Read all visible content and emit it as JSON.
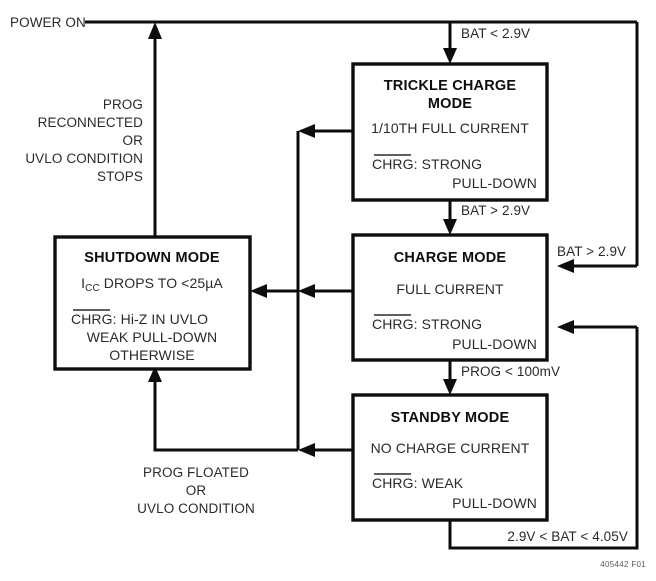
{
  "figure": {
    "tag": "405442 F01",
    "title": "POWER ON"
  },
  "states": [
    {
      "id": "trickle-charge-mode",
      "title_line1": "TRICKLE CHARGE",
      "title_line2": "MODE",
      "detail": "1/10TH FULL CURRENT",
      "pin": "CHRG",
      "pin_state_line1": ": STRONG",
      "pin_state_line2": "PULL-DOWN"
    },
    {
      "id": "charge-mode",
      "title_line1": "CHARGE MODE",
      "title_line2": "",
      "detail": "FULL CURRENT",
      "pin": "CHRG",
      "pin_state_line1": ": STRONG",
      "pin_state_line2": "PULL-DOWN"
    },
    {
      "id": "standby-mode",
      "title_line1": "STANDBY MODE",
      "title_line2": "",
      "detail": "NO CHARGE CURRENT",
      "pin": "CHRG",
      "pin_state_line1": ": WEAK",
      "pin_state_line2": "PULL-DOWN"
    },
    {
      "id": "shutdown-mode",
      "title_line1": "SHUTDOWN MODE",
      "title_line2": "",
      "detail_prefix": "I",
      "detail_sub": "CC",
      "detail_suffix": " DROPS TO <25µA",
      "pin": "CHRG",
      "pin_state_line1": ": Hi-Z IN UVLO",
      "pin_state_line2": "WEAK PULL-DOWN",
      "pin_state_line3": "OTHERWISE"
    }
  ],
  "transitions": [
    {
      "id": "power-on-to-trickle",
      "label": "BAT < 2.9V"
    },
    {
      "id": "trickle-to-charge",
      "label": "BAT > 2.9V"
    },
    {
      "id": "right-bus-to-charge-upper",
      "label": "BAT > 2.9V"
    },
    {
      "id": "charge-to-standby",
      "label": "PROG < 100mV"
    },
    {
      "id": "standby-return-to-charge",
      "label": "2.9V < BAT < 4.05V"
    }
  ],
  "notes": [
    {
      "id": "shutdown-exit-note",
      "lines": [
        "PROG",
        "RECONNECTED",
        "OR",
        "UVLO CONDITION",
        "STOPS"
      ]
    },
    {
      "id": "shutdown-entry-note",
      "lines": [
        "PROG FLOATED",
        "OR",
        "UVLO CONDITION"
      ]
    }
  ],
  "colors": {
    "line": "#0d0d0d",
    "text": "#2a2a2a",
    "background": "#ffffff"
  }
}
